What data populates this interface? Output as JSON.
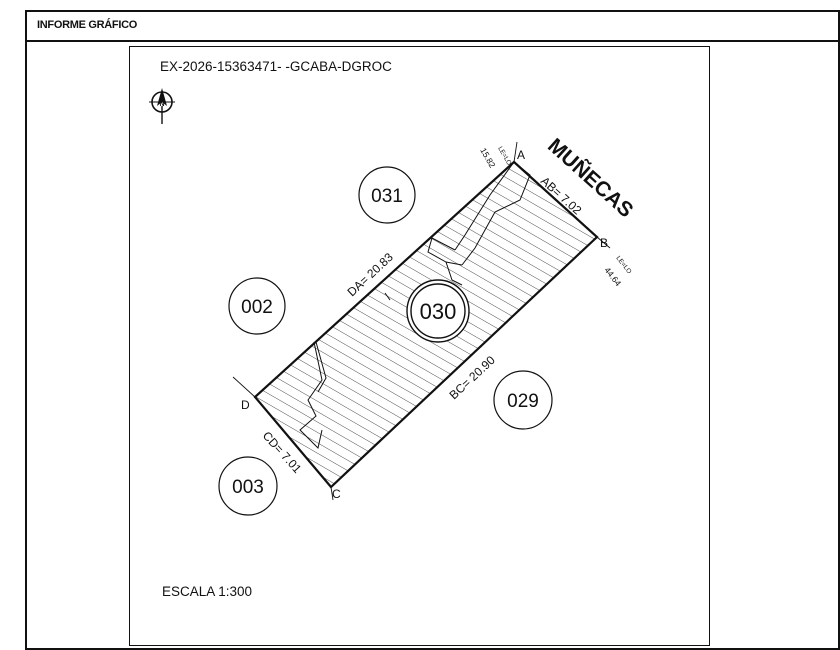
{
  "header": {
    "title": "INFORME GRÁFICO"
  },
  "plan": {
    "expediente": "EX-2026-15363471-   -GCABA-DGROC",
    "street_name": "MUÑECAS",
    "scale": "ESCALA 1:300",
    "parcel_number": "030",
    "neighbor_parcels": [
      "031",
      "002",
      "029",
      "003"
    ],
    "vertices": [
      "A",
      "B",
      "C",
      "D"
    ],
    "dimensions": {
      "ab": "AB= 7.02",
      "bc": "BC= 20.90",
      "cd": "CD= 7.01",
      "da": "DA= 20.83"
    },
    "line_notes": {
      "a_label": "LE=LO",
      "a_value": "15.82",
      "b_label": "LE=LO",
      "b_value": "44.64"
    },
    "compass": {
      "icon": "north-arrow-icon",
      "letter": "N"
    }
  }
}
